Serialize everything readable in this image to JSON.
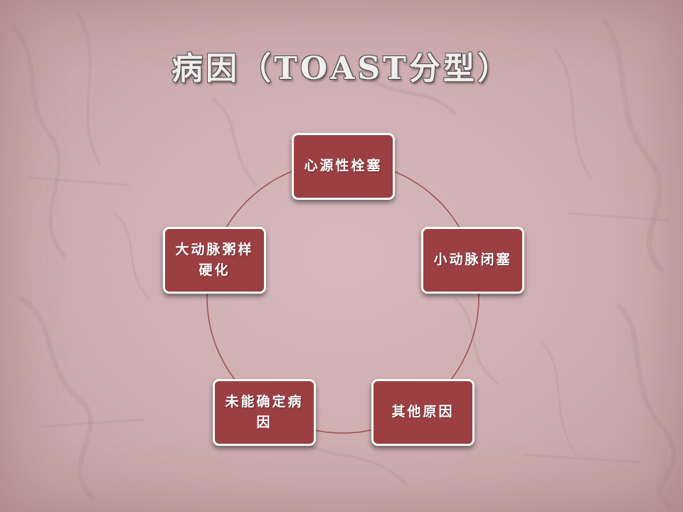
{
  "slide": {
    "title": "病因（TOAST分型）",
    "colors": {
      "background": "#cfb0b3",
      "node_fill": "#9b3f43",
      "node_border": "#ffffff",
      "ring": "#9e4a4e",
      "title_text": "#f3eeee"
    }
  },
  "cycle": {
    "nodes": [
      {
        "label": "心源性栓塞"
      },
      {
        "label": "小动脉闭塞"
      },
      {
        "label": "其他原因"
      },
      {
        "label": "未能确定病因"
      },
      {
        "label": "大动脉粥样硬化"
      }
    ]
  }
}
